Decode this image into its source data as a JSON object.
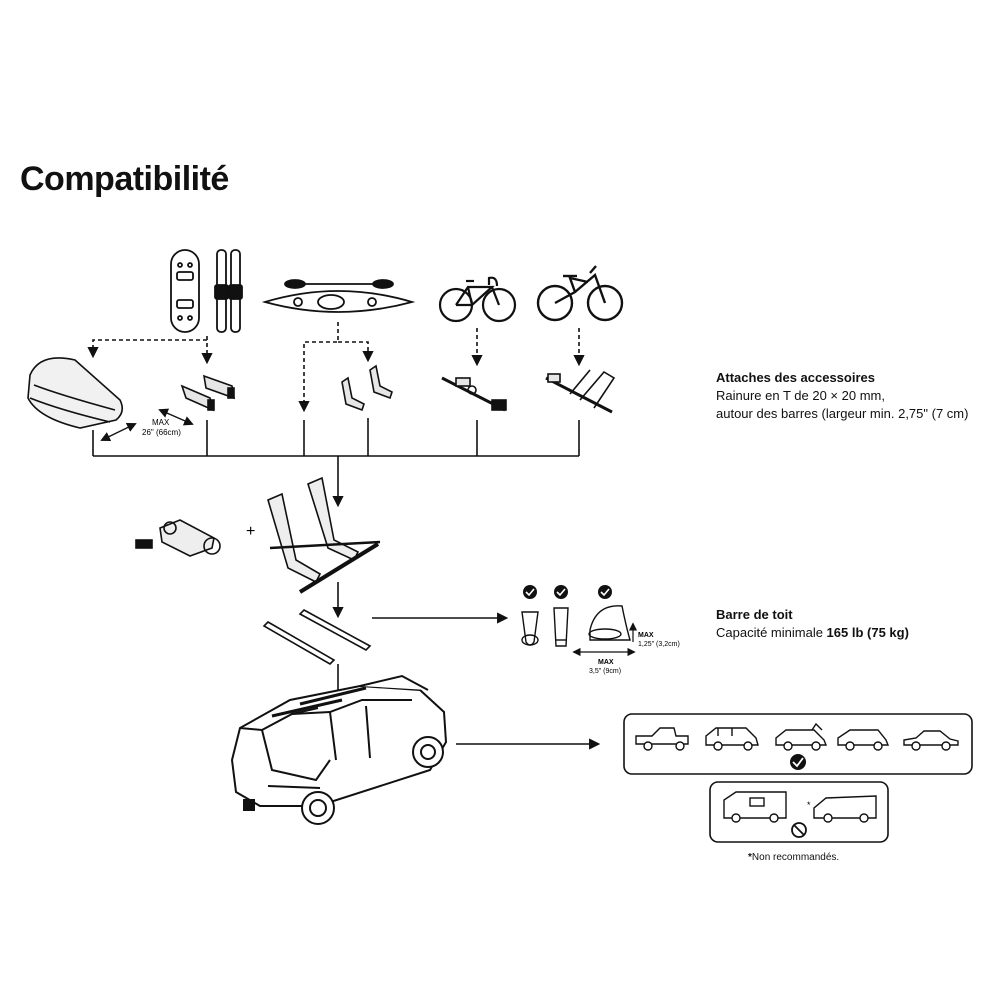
{
  "title": "Compatibilité",
  "accessories": {
    "heading": "Attaches des accessoires",
    "line1": "Rainure en T de 20 × 20 mm,",
    "line2": "autour des barres (largeur min. 2,75\" (7 cm)"
  },
  "box_gap": {
    "label_top": "MAX",
    "label_bottom": "26\" (66cm)"
  },
  "plus_sign": "+",
  "roof_bar": {
    "heading": "Barre de toit",
    "capacity_prefix": "Capacité minimale ",
    "capacity_value": "165 lb (75 kg)",
    "height_label_top": "MAX",
    "height_label_bottom": "1,25\" (3,2cm)",
    "width_label_top": "MAX",
    "width_label_bottom": "3,5\" (9cm)"
  },
  "vehicles": {
    "recommended": [
      "pickup",
      "suv",
      "suv-with-bike",
      "wagon",
      "sedan"
    ],
    "not_recommended": [
      "camper",
      "van"
    ],
    "star": "*"
  },
  "footnote": {
    "star": "*",
    "text": "Non recommandés."
  },
  "icons": [
    "check-icon",
    "prohibited-icon",
    "arrow-icon"
  ]
}
